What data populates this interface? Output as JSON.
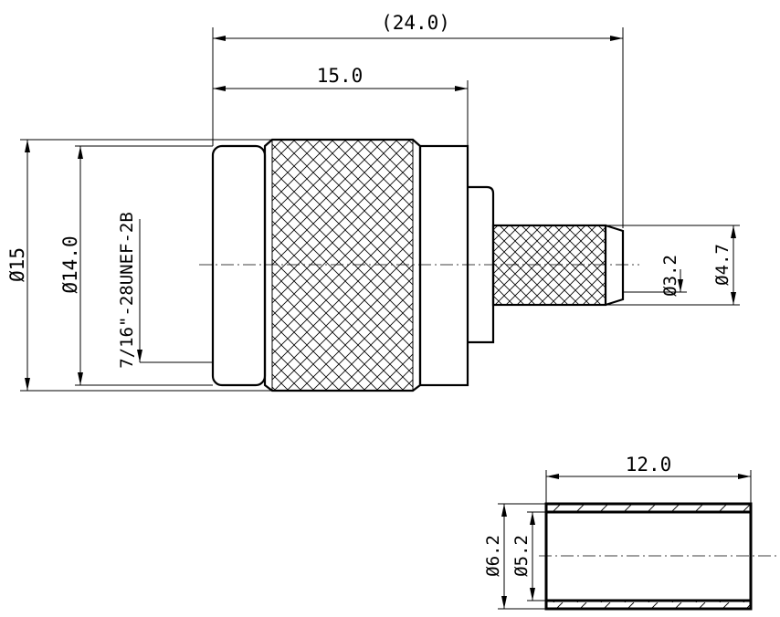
{
  "drawing": {
    "connector": {
      "overall_length": "(24.0)",
      "body_length": "15.0",
      "outer_diameter": "Ø15",
      "nut_diameter": "Ø14.0",
      "thread_spec": "7/16\"-28UNEF-2B",
      "crimp_inner_diameter": "Ø3.2",
      "crimp_outer_diameter": "Ø4.7"
    },
    "ferrule": {
      "length": "12.0",
      "outer_diameter": "Ø6.2",
      "inner_diameter": "Ø5.2"
    }
  }
}
